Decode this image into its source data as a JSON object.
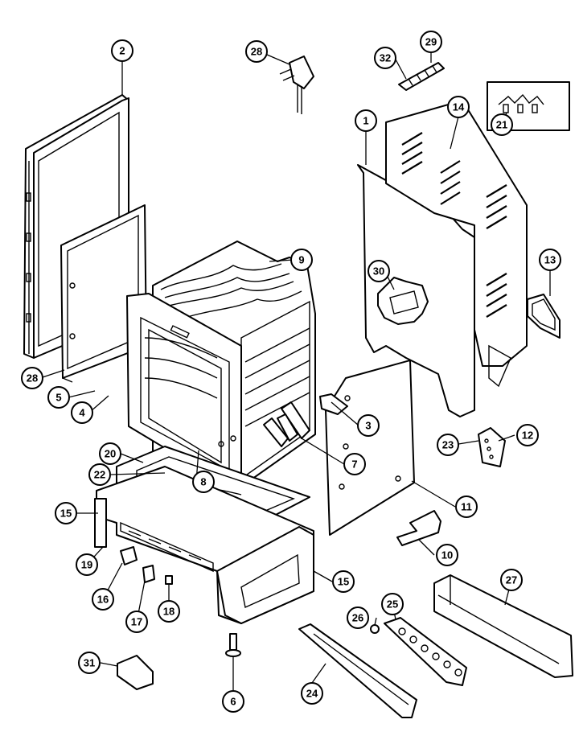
{
  "diagram": {
    "labels": {
      "c1": "1",
      "c2": "2",
      "c3": "3",
      "c4": "4",
      "c5": "5",
      "c6": "6",
      "c7": "7",
      "c8": "8",
      "c9": "9",
      "c10": "10",
      "c11": "11",
      "c12": "12",
      "c13": "13",
      "c14": "14",
      "c15a": "15",
      "c15b": "15",
      "c16": "16",
      "c17": "17",
      "c18": "18",
      "c19": "19",
      "c20": "20",
      "c21": "21",
      "c22": "22",
      "c23": "23",
      "c24": "24",
      "c25": "25",
      "c26": "26",
      "c27": "27",
      "c28a": "28",
      "c28b": "28",
      "c29": "29",
      "c30": "30",
      "c31": "31",
      "c32": "32"
    },
    "colors": {
      "ink": "#000000",
      "paper": "#ffffff"
    }
  }
}
